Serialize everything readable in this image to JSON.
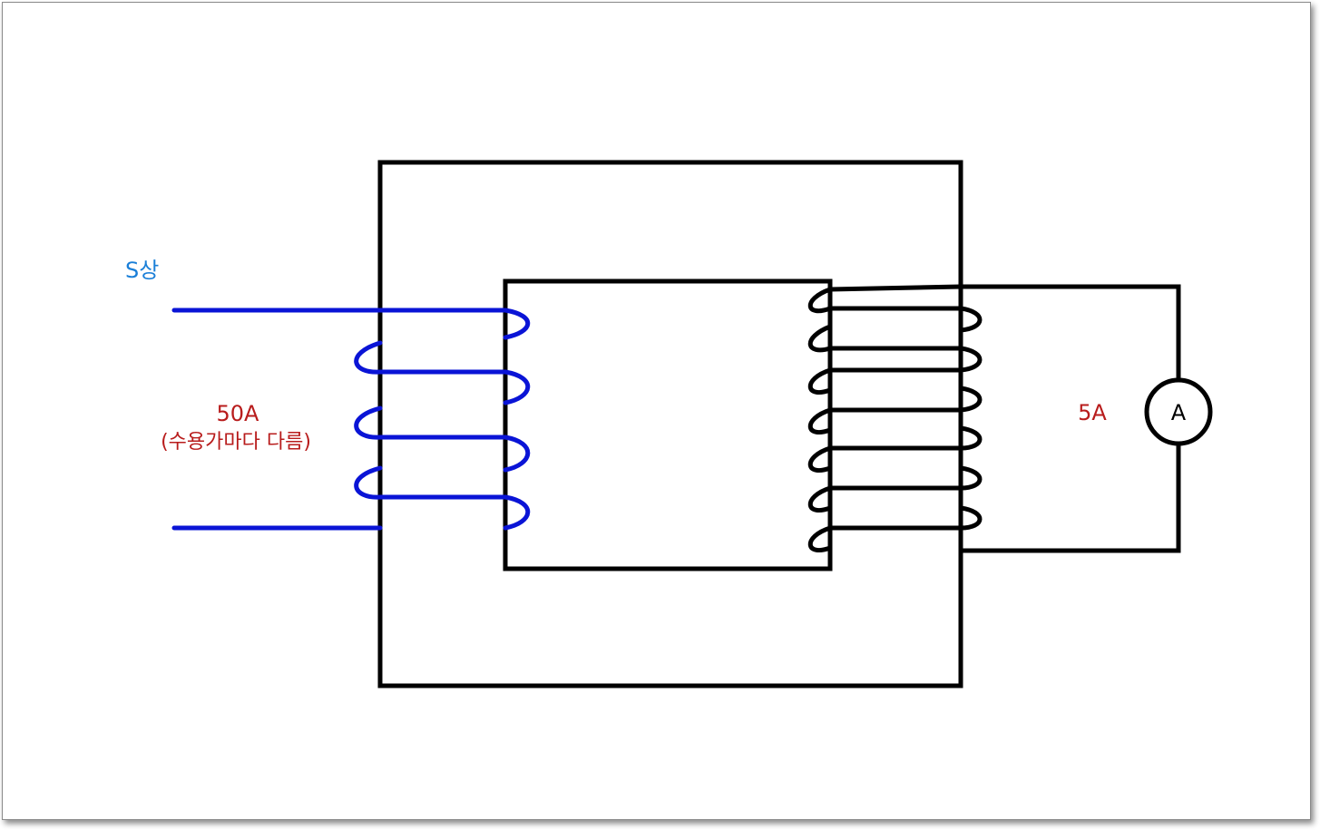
{
  "labels": {
    "phase": "S상",
    "primary_current": "50A",
    "primary_note": "(수용가마다 다름)",
    "secondary_current": "5A",
    "ammeter": "A"
  },
  "colors": {
    "primary_winding": "#0a14d6",
    "phase_label": "#1a7fd8",
    "current_label": "#b81c1c",
    "core": "#000000",
    "secondary_winding": "#000000"
  }
}
